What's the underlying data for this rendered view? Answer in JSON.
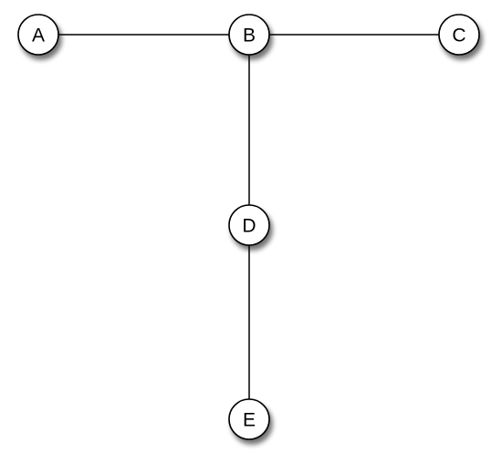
{
  "diagram": {
    "type": "tree",
    "nodes": [
      {
        "id": "A",
        "label": "A"
      },
      {
        "id": "B",
        "label": "B"
      },
      {
        "id": "C",
        "label": "C"
      },
      {
        "id": "D",
        "label": "D"
      },
      {
        "id": "E",
        "label": "E"
      }
    ],
    "edges": [
      {
        "from": "A",
        "to": "B"
      },
      {
        "from": "B",
        "to": "C"
      },
      {
        "from": "B",
        "to": "D"
      },
      {
        "from": "D",
        "to": "E"
      }
    ],
    "colors": {
      "node_fill": "#ffffff",
      "node_stroke": "#000000",
      "edge": "#000000",
      "label": "#000000"
    }
  }
}
